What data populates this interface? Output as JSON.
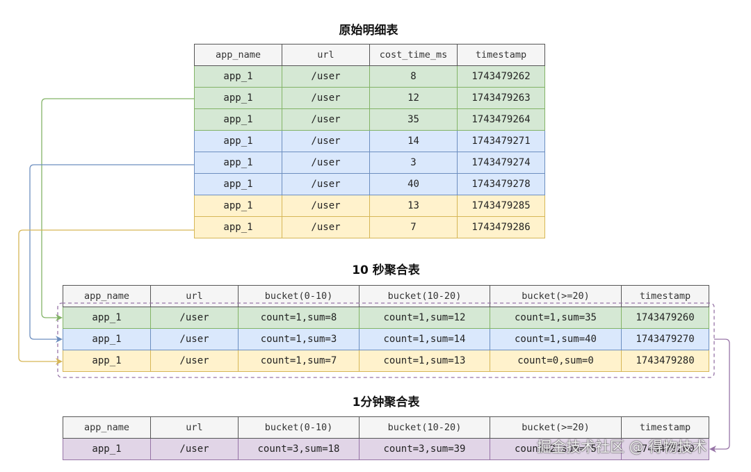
{
  "raw_table": {
    "title": "原始明细表",
    "headers": [
      "app_name",
      "url",
      "cost_time_ms",
      "timestamp"
    ],
    "rows": [
      {
        "group": "green",
        "cells": [
          "app_1",
          "/user",
          "8",
          "1743479262"
        ]
      },
      {
        "group": "green",
        "cells": [
          "app_1",
          "/user",
          "12",
          "1743479263"
        ]
      },
      {
        "group": "green",
        "cells": [
          "app_1",
          "/user",
          "35",
          "1743479264"
        ]
      },
      {
        "group": "blue",
        "cells": [
          "app_1",
          "/user",
          "14",
          "1743479271"
        ]
      },
      {
        "group": "blue",
        "cells": [
          "app_1",
          "/user",
          "3",
          "1743479274"
        ]
      },
      {
        "group": "blue",
        "cells": [
          "app_1",
          "/user",
          "40",
          "1743479278"
        ]
      },
      {
        "group": "yellow",
        "cells": [
          "app_1",
          "/user",
          "13",
          "1743479285"
        ]
      },
      {
        "group": "yellow",
        "cells": [
          "app_1",
          "/user",
          "7",
          "1743479286"
        ]
      }
    ]
  },
  "agg10s_table": {
    "title": "10 秒聚合表",
    "headers": [
      "app_name",
      "url",
      "bucket(0-10)",
      "bucket(10-20)",
      "bucket(>=20)",
      "timestamp"
    ],
    "rows": [
      {
        "group": "green",
        "cells": [
          "app_1",
          "/user",
          "count=1,sum=8",
          "count=1,sum=12",
          "count=1,sum=35",
          "1743479260"
        ]
      },
      {
        "group": "blue",
        "cells": [
          "app_1",
          "/user",
          "count=1,sum=3",
          "count=1,sum=14",
          "count=1,sum=40",
          "1743479270"
        ]
      },
      {
        "group": "yellow",
        "cells": [
          "app_1",
          "/user",
          "count=1,sum=7",
          "count=1,sum=13",
          "count=0,sum=0",
          "1743479280"
        ]
      }
    ]
  },
  "agg1m_table": {
    "title": "1分钟聚合表",
    "headers": [
      "app_name",
      "url",
      "bucket(0-10)",
      "bucket(10-20)",
      "bucket(>=20)",
      "timestamp"
    ],
    "rows": [
      {
        "group": "purple",
        "cells": [
          "app_1",
          "/user",
          "count=3,sum=18",
          "count=3,sum=39",
          "count=2,sum=75",
          "1743479260"
        ]
      }
    ]
  },
  "colors": {
    "green": "#82b366",
    "blue": "#6c8ebf",
    "yellow": "#d6b656",
    "purple": "#9673a6"
  },
  "watermark": "掘金技术社区 @ 得物技术"
}
